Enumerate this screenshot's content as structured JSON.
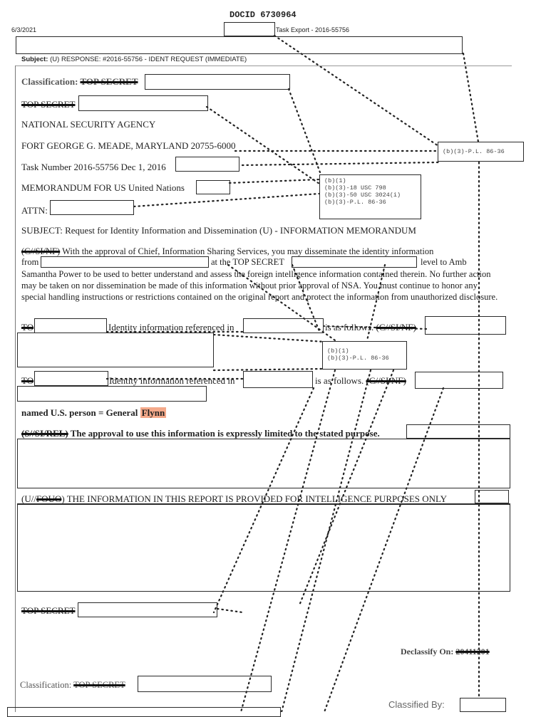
{
  "header": {
    "docid": "DOCID 6730964",
    "date": "6/3/2021",
    "task_export": "Task Export - 2016-55756"
  },
  "subject_bar": {
    "label": "Subject:",
    "text": "(U) RESPONSE: #2016-55756 - IDENT REQUEST (IMMEDIATE)"
  },
  "classification_top": {
    "label": "Classification:",
    "value": "TOP SECRET"
  },
  "memo": {
    "top_secret_marking": "TOP SECRET",
    "agency": "NATIONAL SECURITY AGENCY",
    "address": "FORT GEORGE G. MEADE, MARYLAND 20755-6000",
    "task_number": "Task Number 2016-55756 Dec 1, 2016",
    "memo_for": "MEMORANDUM FOR US United Nations",
    "attn": "ATTN:",
    "subject": "SUBJECT: Request for Identity Information and Dissemination (U) - INFORMATION MEMORANDUM"
  },
  "exemptions": {
    "box1": [
      "(b)(3)-P.L. 86-36"
    ],
    "box2": [
      "(b)(1)",
      "(b)(3)-18 USC 798",
      "(b)(3)-50 USC 3024(i)",
      "(b)(3)-P.L. 86-36"
    ],
    "box3": [
      "(b)(1)",
      "(b)(3)-P.L. 86-36"
    ]
  },
  "body": {
    "approval_marking": "(C//SI/NF)",
    "approval_line1": "With the approval of Chief, Information Sharing Services, you may disseminate the identity information",
    "from_label": "from",
    "at_label": "at the TOP SECRET",
    "level_label": "level to Amb",
    "approval_rest": "Samantha Power to be used to better understand and assess the foreign intelligence information contained therein. No further action may be taken on nor dissemination be made of this information without prior approval of NSA. You must continue to honor any special handling instructions or restrictions contained on the original report and protect the information from unauthorized disclosure.",
    "to_label": "TO",
    "identity_ref": "Identity information referenced in",
    "as_follows": "is as follows.",
    "marking_csinf": "(C//SI/NF)",
    "named_person_prefix": "named U.S. person = General",
    "named_person_name": "Flynn",
    "rel_marking": "(S//SI/REL)",
    "rel_text": "The approval to use this information is expressly limited to the stated purpose.",
    "fouo_marking_open": "(U//",
    "fouo_marking_struck": "FOUO",
    "fouo_marking_close": ")",
    "fouo_text": "THE INFORMATION IN THIS REPORT IS PROVIDED FOR INTELLIGENCE PURPOSES ONLY"
  },
  "footer": {
    "top_secret_marking": "TOP SECRET",
    "declassify_label": "Declassify On:",
    "declassify_value": "20411201",
    "classification_label": "Classification:",
    "classification_value": "TOP SECRET",
    "classified_by": "Classified By:"
  }
}
